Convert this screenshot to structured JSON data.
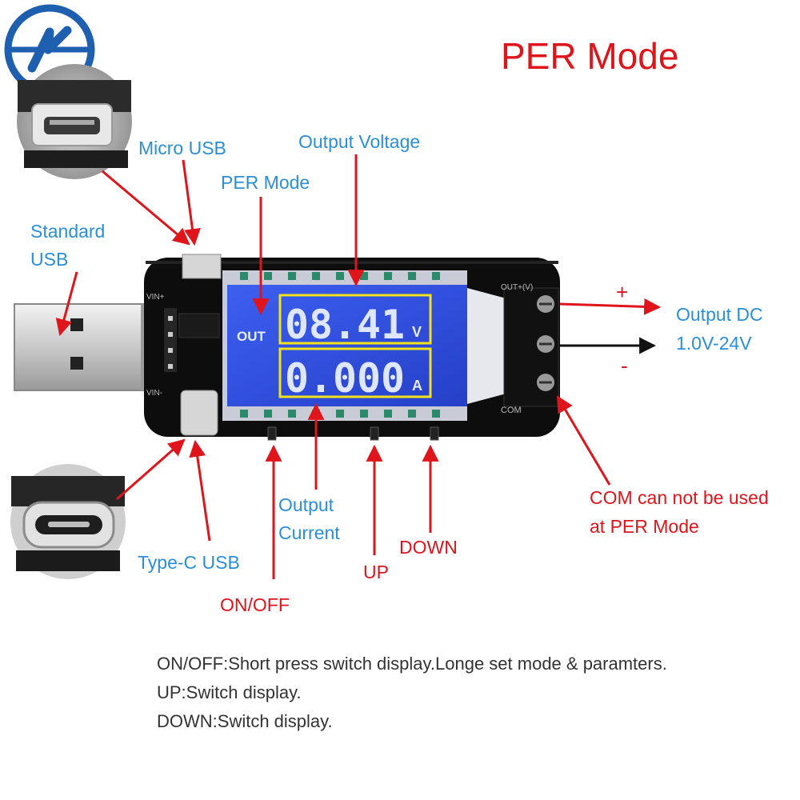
{
  "title": "PER Mode",
  "labels": {
    "micro_usb": "Micro USB",
    "output_voltage": "Output Voltage",
    "per_mode": "PER Mode",
    "standard_usb_line1": "Standard",
    "standard_usb_line2": "USB",
    "output_dc_line1": "Output DC",
    "output_dc_line2": "1.0V-24V",
    "plus": "+",
    "minus": "-",
    "com_warning_line1": "COM can not be used",
    "com_warning_line2": "at PER Mode",
    "output_current_line1": "Output",
    "output_current_line2": "Current",
    "type_c_usb": "Type-C USB",
    "on_off": "ON/OFF",
    "up": "UP",
    "down": "DOWN"
  },
  "lcd": {
    "mode_label": "OUT",
    "voltage_value": "08.41",
    "voltage_unit": "V",
    "current_value": "0.000",
    "current_unit": "A"
  },
  "board_silkscreen": {
    "vin_plus": "VIN+",
    "vin_minus": "VIN-",
    "out_plus": "OUT+(V)",
    "com": "COM"
  },
  "notes": [
    "ON/OFF:Short press switch display.Longe set mode & paramters.",
    "UP:Switch display.",
    "DOWN:Switch display."
  ],
  "colors": {
    "accent_red": "#e0141b",
    "label_blue": "#2a8fd8",
    "lcd_blue": "#2f4fe0",
    "highlight_yellow": "#f2e21a"
  }
}
